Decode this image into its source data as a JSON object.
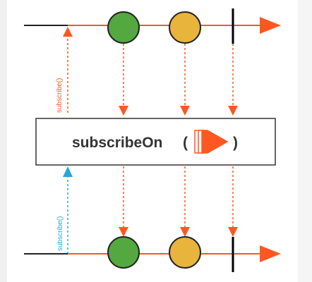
{
  "diagram": {
    "operator": {
      "name": "subscribeOn",
      "open_paren": "(",
      "close_paren": ")"
    },
    "upstream_label": "subscribe()",
    "downstream_label": "subscribe()",
    "colors": {
      "timeline": "#ff5722",
      "marble_green": "#53a93f",
      "marble_yellow": "#e8b43c",
      "upstream_subscribe_arrow": "#ff5722",
      "downstream_subscribe_arrow": "#2aa6d6",
      "completion_bar": "#000000"
    },
    "icons": {
      "operator_icon": "scheduler-chevrons-icon"
    }
  }
}
